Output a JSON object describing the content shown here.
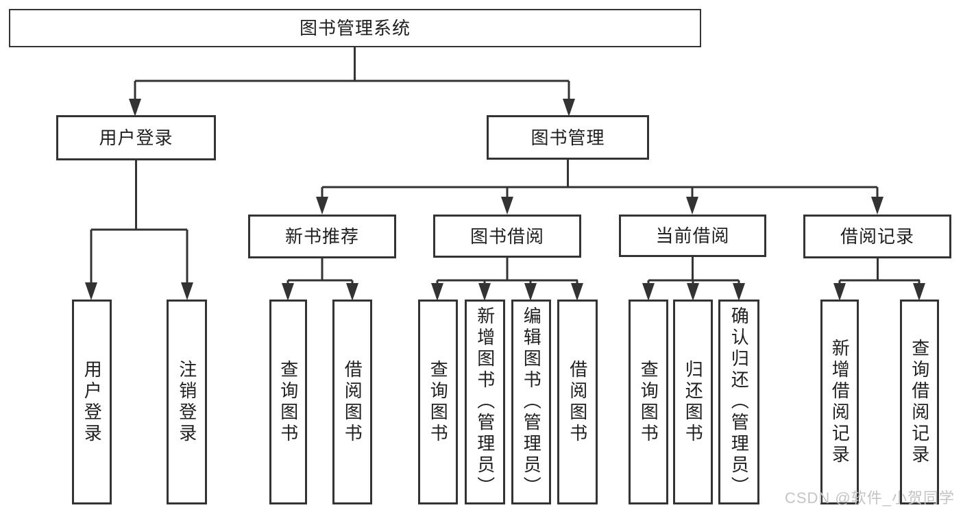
{
  "root": {
    "label": "图书管理系统"
  },
  "level2": {
    "user_login": {
      "label": "用户登录"
    },
    "book_management": {
      "label": "图书管理"
    }
  },
  "level3": {
    "new_book_recommend": {
      "label": "新书推荐"
    },
    "book_borrowing": {
      "label": "图书借阅"
    },
    "current_borrowing": {
      "label": "当前借阅"
    },
    "borrowing_records": {
      "label": "借阅记录"
    }
  },
  "leaves": {
    "user_login": {
      "label": "用户登录"
    },
    "logout": {
      "label": "注销登录"
    },
    "recommend_query_books": {
      "label": "查询图书"
    },
    "recommend_borrow_books": {
      "label": "借阅图书"
    },
    "borrowing_query_books": {
      "label": "查询图书"
    },
    "borrowing_add_books": {
      "label": "新增图书（管理员）"
    },
    "borrowing_edit_books": {
      "label": "编辑图书（管理员）"
    },
    "borrowing_borrow_books": {
      "label": "借阅图书"
    },
    "current_query_books": {
      "label": "查询图书"
    },
    "current_return_books": {
      "label": "归还图书"
    },
    "current_confirm_return": {
      "label": "确认归还（管理员）"
    },
    "records_add_record": {
      "label": "新增借阅记录"
    },
    "records_query_record": {
      "label": "查询借阅记录"
    }
  },
  "watermark": {
    "label": "CSDN @软件_小贺同学"
  },
  "colors": {
    "line": "#333333",
    "text": "#1f1f1f",
    "watermark": "#c4c4c4",
    "background": "#ffffff"
  }
}
